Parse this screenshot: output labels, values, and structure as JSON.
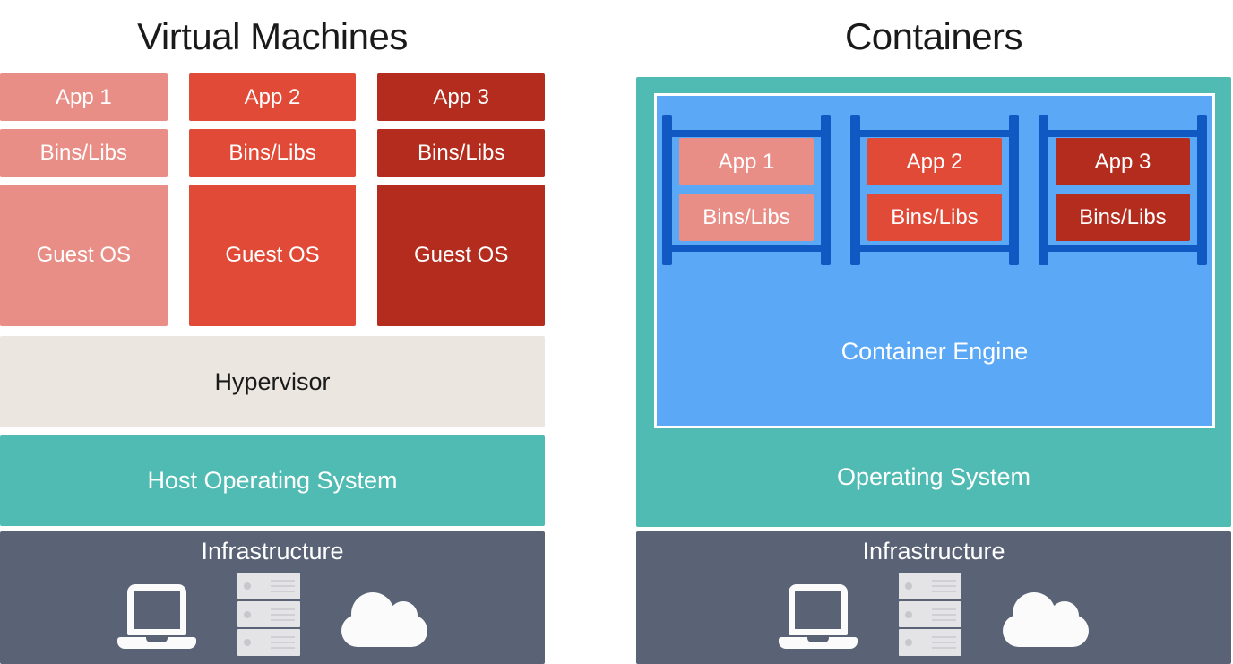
{
  "colors": {
    "paper": "#ffffff",
    "ink": "#1a1a1a",
    "salmon": "#E98E86",
    "red": "#E24A38",
    "darkred": "#B32C1D",
    "beige": "#ECE6E0",
    "teal": "#50BBB3",
    "slate": "#5A6375",
    "blue": "#5AA8F6",
    "darkblue": "#1059C2"
  },
  "vm": {
    "title": "Virtual Machines",
    "stacks": [
      {
        "app": "App 1",
        "bins": "Bins/Libs",
        "guest_os": "Guest OS"
      },
      {
        "app": "App 2",
        "bins": "Bins/Libs",
        "guest_os": "Guest OS"
      },
      {
        "app": "App 3",
        "bins": "Bins/Libs",
        "guest_os": "Guest OS"
      }
    ],
    "hypervisor": "Hypervisor",
    "host_os": "Host Operating System",
    "infrastructure": "Infrastructure"
  },
  "containers": {
    "title": "Containers",
    "stacks": [
      {
        "app": "App 1",
        "bins": "Bins/Libs"
      },
      {
        "app": "App 2",
        "bins": "Bins/Libs"
      },
      {
        "app": "App 3",
        "bins": "Bins/Libs"
      }
    ],
    "engine": "Container Engine",
    "os": "Operating System",
    "infrastructure": "Infrastructure"
  },
  "icons": {
    "infrastructure": [
      "laptop-icon",
      "server-icon",
      "cloud-icon"
    ]
  }
}
